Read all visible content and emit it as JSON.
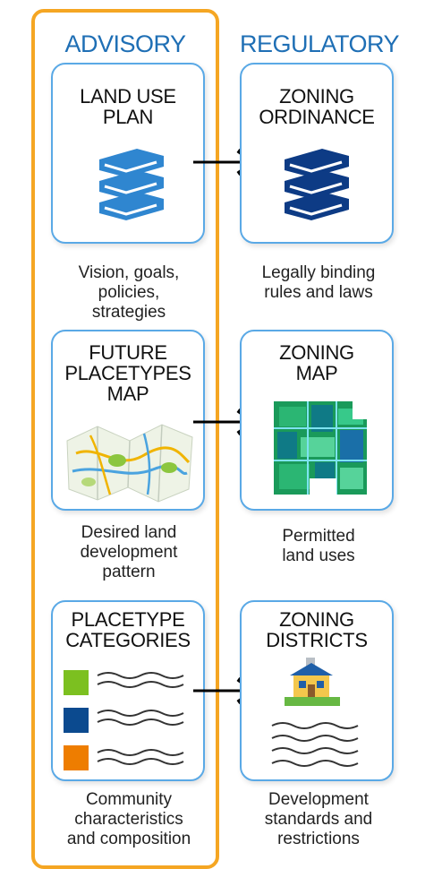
{
  "columns": {
    "advisory": "ADVISORY",
    "regulatory": "REGULATORY"
  },
  "rows": [
    {
      "left_title_1": "LAND USE",
      "left_title_2": "PLAN",
      "left_caption_1": "Vision, goals,",
      "left_caption_2": "policies,",
      "left_caption_3": "strategies",
      "right_title_1": "ZONING",
      "right_title_2": "ORDINANCE",
      "right_caption_1": "Legally binding",
      "right_caption_2": "rules and laws"
    },
    {
      "left_title_1": "FUTURE",
      "left_title_2": "PLACETYPES",
      "left_title_3": "MAP",
      "left_caption_1": "Desired land",
      "left_caption_2": "development",
      "left_caption_3": "pattern",
      "right_title_1": "ZONING",
      "right_title_2": "MAP",
      "right_caption_1": "Permitted",
      "right_caption_2": "land uses"
    },
    {
      "left_title_1": "PLACETYPE",
      "left_title_2": "CATEGORIES",
      "left_caption_1": "Community",
      "left_caption_2": "characteristics",
      "left_caption_3": "and composition",
      "right_title_1": "ZONING",
      "right_title_2": "DISTRICTS",
      "right_caption_1": "Development",
      "right_caption_2": "standards and",
      "right_caption_3": "restrictions"
    }
  ],
  "colors": {
    "advisory_frame": "#f5a623",
    "header_text": "#1f6fb5",
    "card_border": "#5aa9e6",
    "book_light": "#2f86d0",
    "book_dark": "#0d3b85",
    "swatch_green": "#7cc020",
    "swatch_blue": "#0b4a8f",
    "swatch_orange": "#ee7d00"
  },
  "icons": {
    "land_use_plan": "books-icon",
    "zoning_ordinance": "books-icon",
    "future_placetypes_map": "folded-map-icon",
    "zoning_map": "zoning-map-icon",
    "placetype_categories": "color-legend-icon",
    "zoning_districts": "building-icon"
  }
}
